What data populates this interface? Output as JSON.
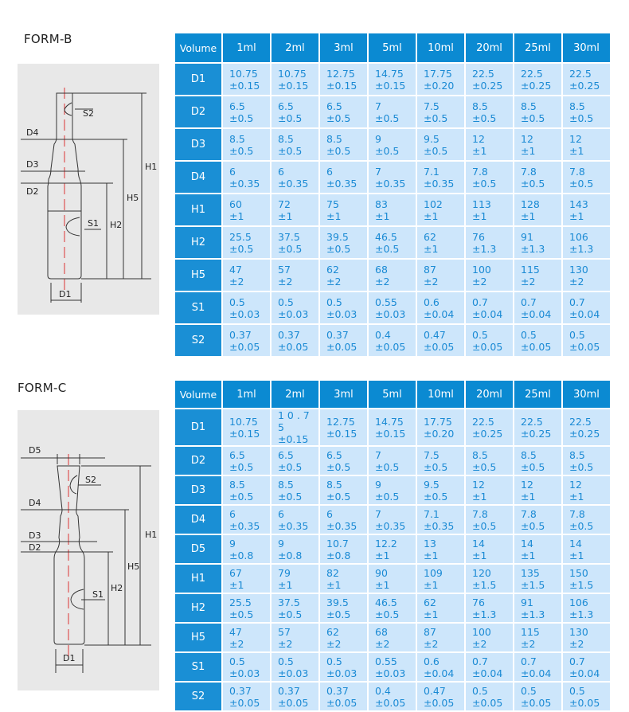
{
  "forms": [
    {
      "title": "FORM-B",
      "diagram_labels": {
        "D1": "D1",
        "D2": "D2",
        "D3": "D3",
        "D4": "D4",
        "S1": "S1",
        "S2": "S2",
        "H1": "H1",
        "H2": "H2",
        "H5": "H5"
      },
      "columns": [
        "Volume",
        "1ml",
        "2ml",
        "3ml",
        "5ml",
        "10ml",
        "20ml",
        "25ml",
        "30ml"
      ],
      "rows": [
        {
          "label": "D1",
          "values": [
            [
              "10.75",
              "±0.15"
            ],
            [
              "10.75",
              "±0.15"
            ],
            [
              "12.75",
              "±0.15"
            ],
            [
              "14.75",
              "±0.15"
            ],
            [
              "17.75",
              "±0.20"
            ],
            [
              "22.5",
              "±0.25"
            ],
            [
              "22.5",
              "±0.25"
            ],
            [
              "22.5",
              "±0.25"
            ]
          ]
        },
        {
          "label": "D2",
          "values": [
            [
              "6.5",
              "±0.5"
            ],
            [
              "6.5",
              "±0.5"
            ],
            [
              "6.5",
              "±0.5"
            ],
            [
              "7",
              "±0.5"
            ],
            [
              "7.5",
              "±0.5"
            ],
            [
              "8.5",
              "±0.5"
            ],
            [
              "8.5",
              "±0.5"
            ],
            [
              "8.5",
              "±0.5"
            ]
          ]
        },
        {
          "label": "D3",
          "values": [
            [
              "8.5",
              "±0.5"
            ],
            [
              "8.5",
              "±0.5"
            ],
            [
              "8.5",
              "±0.5"
            ],
            [
              "9",
              "±0.5"
            ],
            [
              "9.5",
              "±0.5"
            ],
            [
              "12",
              "±1"
            ],
            [
              "12",
              "±1"
            ],
            [
              "12",
              "±1"
            ]
          ]
        },
        {
          "label": "D4",
          "values": [
            [
              "6",
              "±0.35"
            ],
            [
              "6",
              "±0.35"
            ],
            [
              "6",
              "±0.35"
            ],
            [
              "7",
              "±0.35"
            ],
            [
              "7.1",
              "±0.35"
            ],
            [
              "7.8",
              "±0.5"
            ],
            [
              "7.8",
              "±0.5"
            ],
            [
              "7.8",
              "±0.5"
            ]
          ]
        },
        {
          "label": "H1",
          "values": [
            [
              "60",
              "±1"
            ],
            [
              "72",
              "±1"
            ],
            [
              "75",
              "±1"
            ],
            [
              "83",
              "±1"
            ],
            [
              "102",
              "±1"
            ],
            [
              "113",
              "±1"
            ],
            [
              "128",
              "±1"
            ],
            [
              "143",
              "±1"
            ]
          ]
        },
        {
          "label": "H2",
          "values": [
            [
              "25.5",
              "±0.5"
            ],
            [
              "37.5",
              "±0.5"
            ],
            [
              "39.5",
              "±0.5"
            ],
            [
              "46.5",
              "±0.5"
            ],
            [
              "62",
              "±1"
            ],
            [
              "76",
              "±1.3"
            ],
            [
              "91",
              "±1.3"
            ],
            [
              "106",
              "±1.3"
            ]
          ]
        },
        {
          "label": "H5",
          "values": [
            [
              "47",
              "±2"
            ],
            [
              "57",
              "±2"
            ],
            [
              "62",
              "±2"
            ],
            [
              "68",
              "±2"
            ],
            [
              "87",
              "±2"
            ],
            [
              "100",
              "±2"
            ],
            [
              "115",
              "±2"
            ],
            [
              "130",
              "±2"
            ]
          ]
        },
        {
          "label": "S1",
          "values": [
            [
              "0.5",
              "±0.03"
            ],
            [
              "0.5",
              "±0.03"
            ],
            [
              "0.5",
              "±0.03"
            ],
            [
              "0.55",
              "±0.03"
            ],
            [
              "0.6",
              "±0.04"
            ],
            [
              "0.7",
              "±0.04"
            ],
            [
              "0.7",
              "±0.04"
            ],
            [
              "0.7",
              "±0.04"
            ]
          ]
        },
        {
          "label": "S2",
          "values": [
            [
              "0.37",
              "±0.05"
            ],
            [
              "0.37",
              "±0.05"
            ],
            [
              "0.37",
              "±0.05"
            ],
            [
              "0.4",
              "±0.05"
            ],
            [
              "0.47",
              "±0.05"
            ],
            [
              "0.5",
              "±0.05"
            ],
            [
              "0.5",
              "±0.05"
            ],
            [
              "0.5",
              "±0.05"
            ]
          ]
        }
      ]
    },
    {
      "title": "FORM-C",
      "diagram_labels": {
        "D1": "D1",
        "D2": "D2",
        "D3": "D3",
        "D4": "D4",
        "D5": "D5",
        "S1": "S1",
        "S2": "S2",
        "H1": "H1",
        "H2": "H2",
        "H5": "H5"
      },
      "columns": [
        "Volume",
        "1ml",
        "2ml",
        "3ml",
        "5ml",
        "10ml",
        "20ml",
        "25ml",
        "30ml"
      ],
      "rows": [
        {
          "label": "D1",
          "values": [
            [
              "10.75",
              "±0.15"
            ],
            [
              "1 0 . 7 5",
              "±0.15"
            ],
            [
              "12.75",
              "±0.15"
            ],
            [
              "14.75",
              "±0.15"
            ],
            [
              "17.75",
              "±0.20"
            ],
            [
              "22.5",
              "±0.25"
            ],
            [
              "22.5",
              "±0.25"
            ],
            [
              "22.5",
              "±0.25"
            ]
          ]
        },
        {
          "label": "D2",
          "values": [
            [
              "6.5",
              "±0.5"
            ],
            [
              "6.5",
              "±0.5"
            ],
            [
              "6.5",
              "±0.5"
            ],
            [
              "7",
              "±0.5"
            ],
            [
              "7.5",
              "±0.5"
            ],
            [
              "8.5",
              "±0.5"
            ],
            [
              "8.5",
              "±0.5"
            ],
            [
              "8.5",
              "±0.5"
            ]
          ]
        },
        {
          "label": "D3",
          "values": [
            [
              "8.5",
              "±0.5"
            ],
            [
              "8.5",
              "±0.5"
            ],
            [
              "8.5",
              "±0.5"
            ],
            [
              "9",
              "±0.5"
            ],
            [
              "9.5",
              "±0.5"
            ],
            [
              "12",
              "±1"
            ],
            [
              "12",
              "±1"
            ],
            [
              "12",
              "±1"
            ]
          ]
        },
        {
          "label": "D4",
          "values": [
            [
              "6",
              "±0.35"
            ],
            [
              "6",
              "±0.35"
            ],
            [
              "6",
              "±0.35"
            ],
            [
              "7",
              "±0.35"
            ],
            [
              "7.1",
              "±0.35"
            ],
            [
              "7.8",
              "±0.5"
            ],
            [
              "7.8",
              "±0.5"
            ],
            [
              "7.8",
              "±0.5"
            ]
          ]
        },
        {
          "label": "D5",
          "values": [
            [
              "9",
              "±0.8"
            ],
            [
              "9",
              "±0.8"
            ],
            [
              "10.7",
              "±0.8"
            ],
            [
              "12.2",
              "±1"
            ],
            [
              "13",
              "±1"
            ],
            [
              "14",
              "±1"
            ],
            [
              "14",
              "±1"
            ],
            [
              "14",
              "±1"
            ]
          ]
        },
        {
          "label": "H1",
          "values": [
            [
              "67",
              "±1"
            ],
            [
              "79",
              "±1"
            ],
            [
              "82",
              "±1"
            ],
            [
              "90",
              "±1"
            ],
            [
              "109",
              "±1"
            ],
            [
              "120",
              "±1.5"
            ],
            [
              "135",
              "±1.5"
            ],
            [
              "150",
              "±1.5"
            ]
          ]
        },
        {
          "label": "H2",
          "values": [
            [
              "25.5",
              "±0.5"
            ],
            [
              "37.5",
              "±0.5"
            ],
            [
              "39.5",
              "±0.5"
            ],
            [
              "46.5",
              "±0.5"
            ],
            [
              "62",
              "±1"
            ],
            [
              "76",
              "±1.3"
            ],
            [
              "91",
              "±1.3"
            ],
            [
              "106",
              "±1.3"
            ]
          ]
        },
        {
          "label": "H5",
          "values": [
            [
              "47",
              "±2"
            ],
            [
              "57",
              "±2"
            ],
            [
              "62",
              "±2"
            ],
            [
              "68",
              "±2"
            ],
            [
              "87",
              "±2"
            ],
            [
              "100",
              "±2"
            ],
            [
              "115",
              "±2"
            ],
            [
              "130",
              "±2"
            ]
          ]
        },
        {
          "label": "S1",
          "values": [
            [
              "0.5",
              "±0.03"
            ],
            [
              "0.5",
              "±0.03"
            ],
            [
              "0.5",
              "±0.03"
            ],
            [
              "0.55",
              "±0.03"
            ],
            [
              "0.6",
              "±0.04"
            ],
            [
              "0.7",
              "±0.04"
            ],
            [
              "0.7",
              "±0.04"
            ],
            [
              "0.7",
              "±0.04"
            ]
          ]
        },
        {
          "label": "S2",
          "values": [
            [
              "0.37",
              "±0.05"
            ],
            [
              "0.37",
              "±0.05"
            ],
            [
              "0.37",
              "±0.05"
            ],
            [
              "0.4",
              "±0.05"
            ],
            [
              "0.47",
              "±0.05"
            ],
            [
              "0.5",
              "±0.05"
            ],
            [
              "0.5",
              "±0.05"
            ],
            [
              "0.5",
              "±0.05"
            ]
          ]
        }
      ]
    }
  ]
}
